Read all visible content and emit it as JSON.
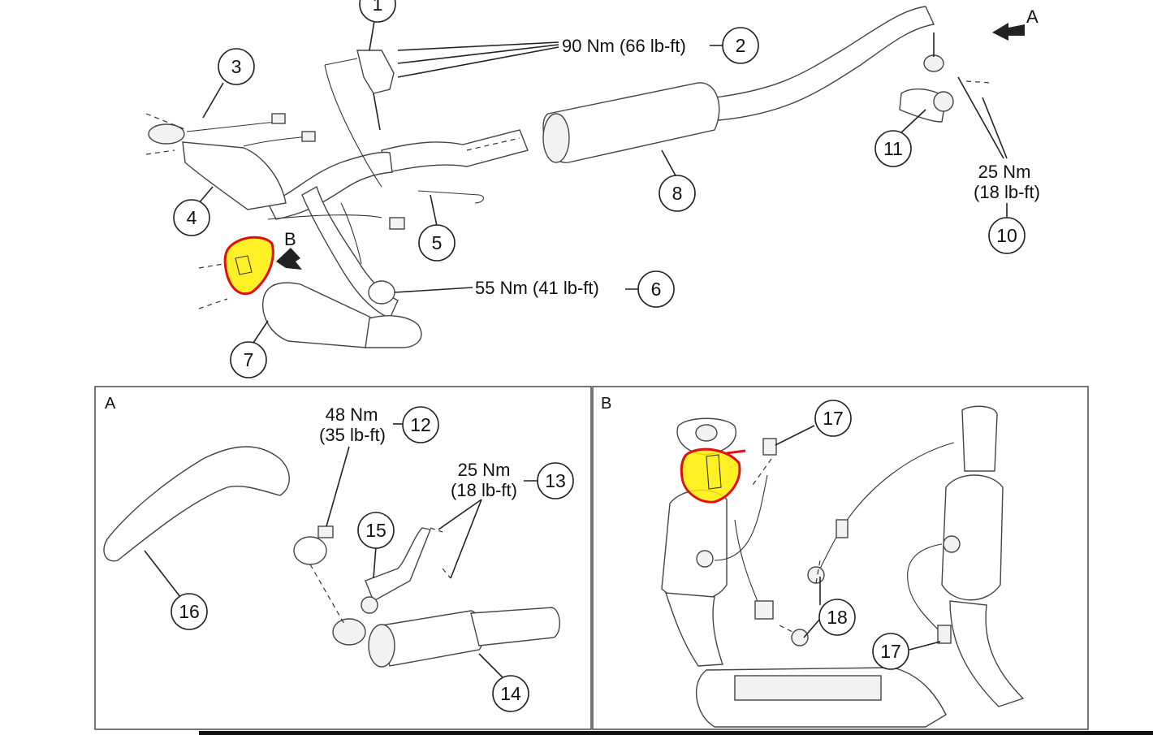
{
  "callouts": {
    "c1": "1",
    "c2": "2",
    "c3": "3",
    "c4": "4",
    "c5": "5",
    "c6": "6",
    "c7": "7",
    "c8": "8",
    "c10": "10",
    "c11": "11",
    "c12": "12",
    "c13": "13",
    "c14": "14",
    "c15": "15",
    "c16": "16",
    "c17a": "17",
    "c17b": "17",
    "c18": "18"
  },
  "torque": {
    "t2": "90 Nm (66 lb-ft)",
    "t6": "55 Nm (41 lb-ft)",
    "t10_line1": "25 Nm",
    "t10_line2": "(18 lb-ft)",
    "t12_line1": "48 Nm",
    "t12_line2": "(35 lb-ft)",
    "t13_line1": "25 Nm",
    "t13_line2": "(18 lb-ft)"
  },
  "view_labels": {
    "arrow_a": "A",
    "arrow_b": "B",
    "panel_a": "A",
    "panel_b": "B"
  },
  "colors": {
    "highlight": "#ffef00",
    "markup": "#e01010"
  }
}
